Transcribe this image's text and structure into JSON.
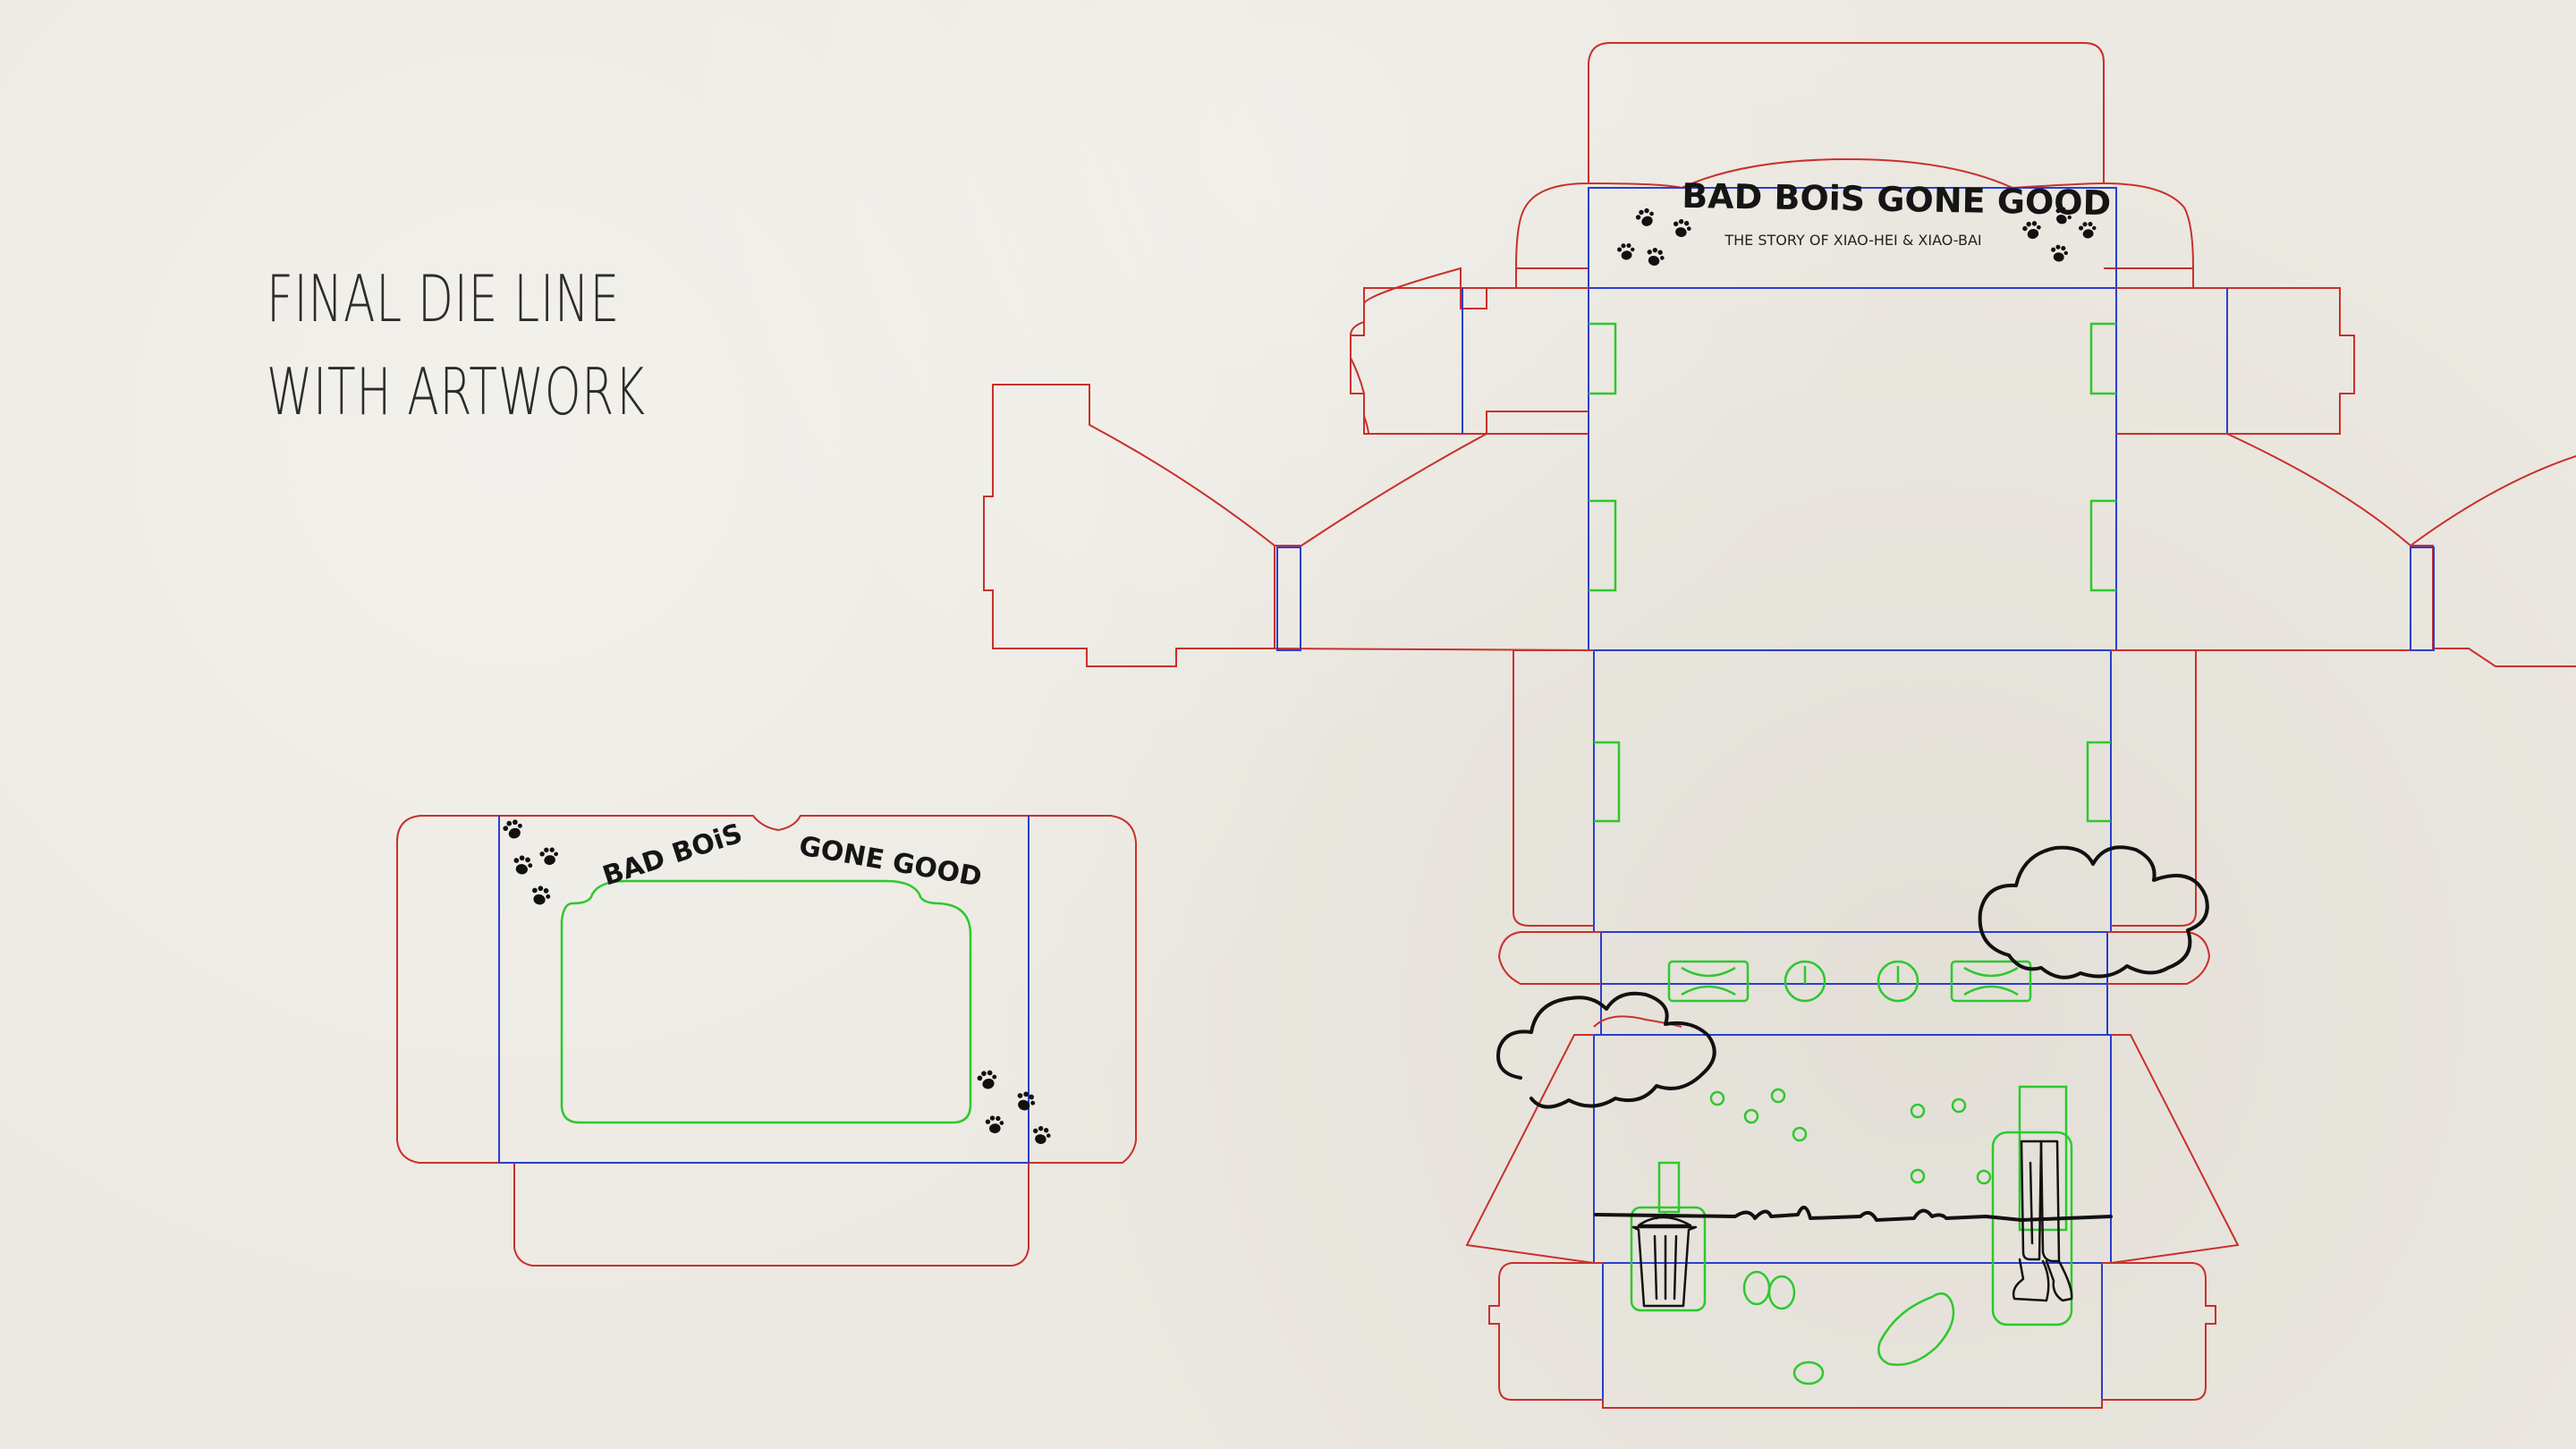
{
  "heading": {
    "line1": "FINAL DIE LINE",
    "line2": "WITH ARTWORK"
  },
  "small_box": {
    "brand_left": "BAD BOiS",
    "brand_right": "GONE GOOD"
  },
  "large_box": {
    "brand": "BAD BOiS GONE GOOD",
    "subtitle": "THE STORY OF XIAO-HEI & XIAO-BAI"
  },
  "colors": {
    "background": "#ece9e2",
    "cut_line": "#c9302c",
    "fold_line": "#2a3ed0",
    "window_line": "#2ec82e",
    "artwork_ink": "#111111"
  },
  "icons": [
    "paw-print-icon",
    "cloud-icon",
    "trash-can-icon",
    "legs-icon",
    "grass-icon"
  ]
}
